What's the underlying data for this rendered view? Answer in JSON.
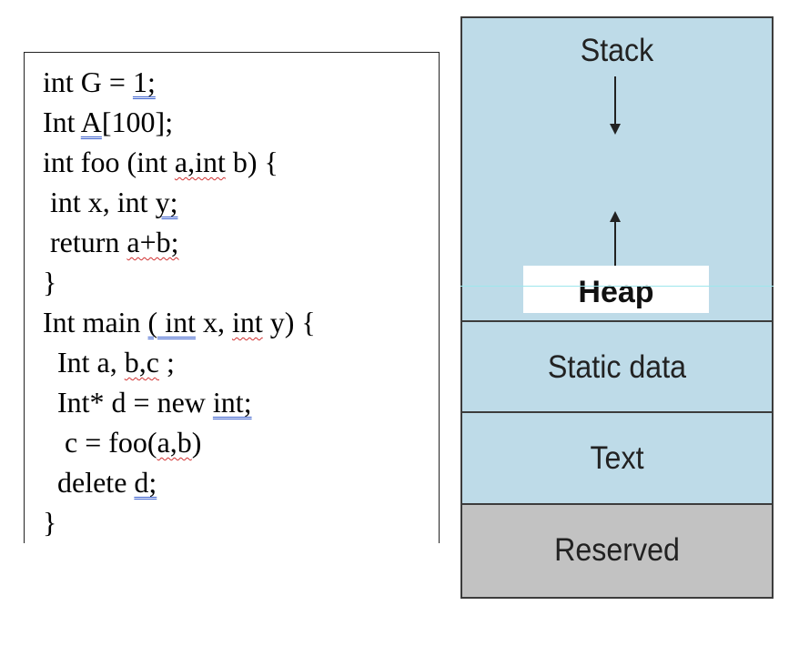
{
  "code": {
    "lines": [
      [
        "int G = ",
        {
          "t": "1;",
          "u": "blue"
        }
      ],
      [
        "Int ",
        {
          "t": "A",
          "u": "blue"
        },
        "[100];"
      ],
      [
        "int foo (int ",
        {
          "t": "a,int",
          "u": "red"
        },
        " b) {"
      ],
      [
        " int x, int ",
        {
          "t": "y;",
          "u": "blue"
        }
      ],
      [
        " return ",
        {
          "t": "a+b;",
          "u": "red"
        }
      ],
      [
        "}"
      ],
      [
        "Int main ",
        {
          "t": "( int",
          "u": "blue"
        },
        " x, ",
        {
          "t": "int",
          "u": "red"
        },
        " y) {"
      ],
      [
        "  Int a, ",
        {
          "t": "b,c",
          "u": "red"
        },
        " ;"
      ],
      [
        "  Int* d = new ",
        {
          "t": "int;",
          "u": "blue"
        }
      ],
      [
        "   c = foo(",
        {
          "t": "a,b",
          "u": "red"
        },
        ")"
      ],
      [
        "  delete ",
        {
          "t": "d;",
          "u": "blue"
        }
      ],
      [
        "}"
      ]
    ]
  },
  "memory": {
    "stack_label": "Stack",
    "heap_label": "Heap",
    "static_label": "Static data",
    "text_label": "Text",
    "reserved_label": "Reserved",
    "colors": {
      "segment": "#bedbe8",
      "reserved": "#c2c2c2"
    }
  }
}
